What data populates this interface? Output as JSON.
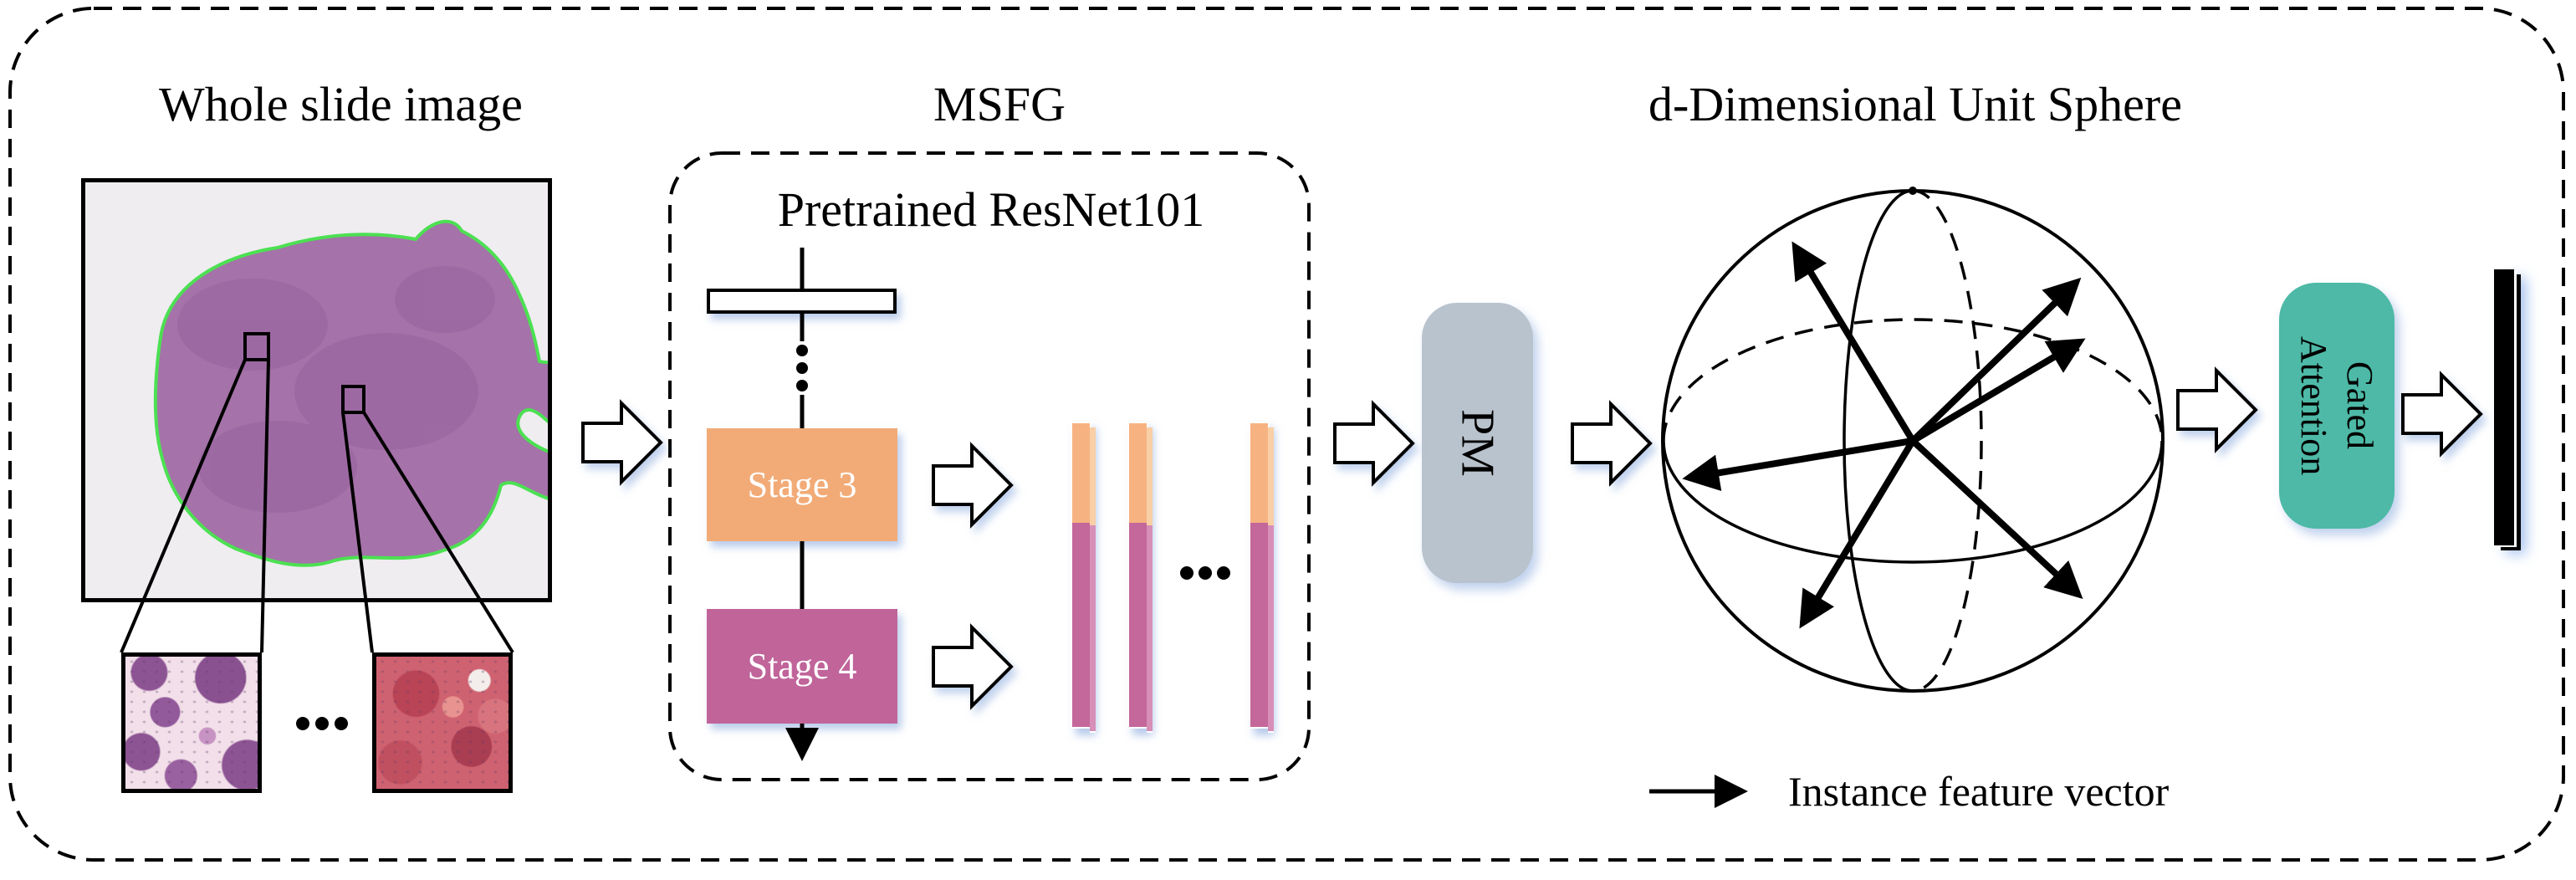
{
  "titles": {
    "wsi": "Whole slide image",
    "msfg": "MSFG",
    "sphere": "d-Dimensional Unit Sphere"
  },
  "msfg": {
    "resnet_label": "Pretrained ResNet101",
    "stage3_label": "Stage 3",
    "stage4_label": "Stage 4",
    "ellipsis": "..."
  },
  "wsi": {
    "ellipsis": "..."
  },
  "pm_label": "PM",
  "gated_attention": {
    "line1": "Gated",
    "line2": "Attention"
  },
  "legend": {
    "label": "Instance feature vector"
  },
  "colors": {
    "stage3": "#f2ab77",
    "stage4": "#c0649a",
    "barOrange": "#f6b381",
    "barOrangeSide": "#f9cfa6",
    "barPink": "#c4679a",
    "barPinkSide": "#d78fb8",
    "pm": "#b9c3cd",
    "gated": "#4db9a6",
    "tissue": "#a572a9",
    "tissueDark": "#8f5b98",
    "tissueOutline": "#4ce052",
    "wsiBg": "#efedf0"
  }
}
